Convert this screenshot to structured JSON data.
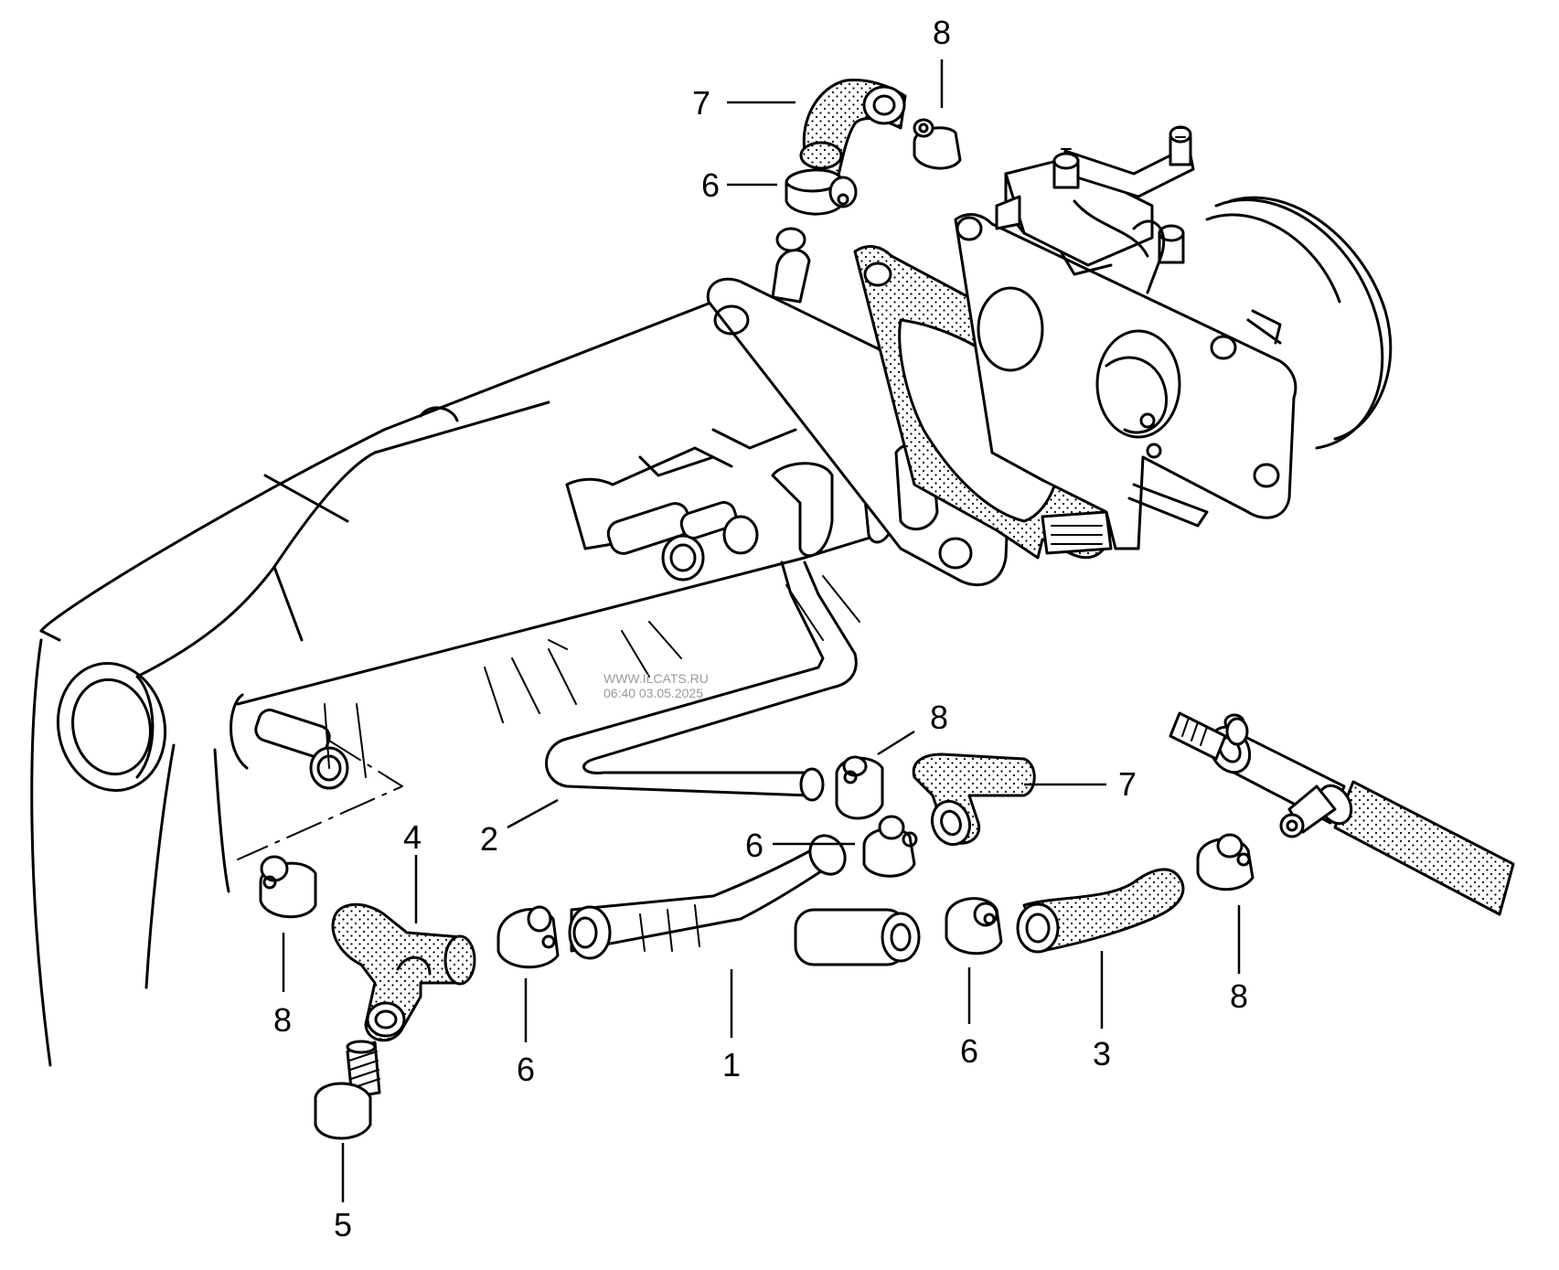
{
  "callouts": {
    "c1": "1",
    "c2": "2",
    "c3": "3",
    "c4": "4",
    "c5": "5",
    "c6a": "6",
    "c6b": "6",
    "c6c": "6",
    "c6d": "6",
    "c7a": "7",
    "c7b": "7",
    "c8a": "8",
    "c8b": "8",
    "c8c": "8",
    "c8d": "8"
  },
  "watermark": {
    "line1": "WWW.ILCATS.RU",
    "line2": "06:40 03.05.2025"
  },
  "colors": {
    "ink": "#000000",
    "paper": "#ffffff",
    "watermark": "#9a9a9a"
  }
}
